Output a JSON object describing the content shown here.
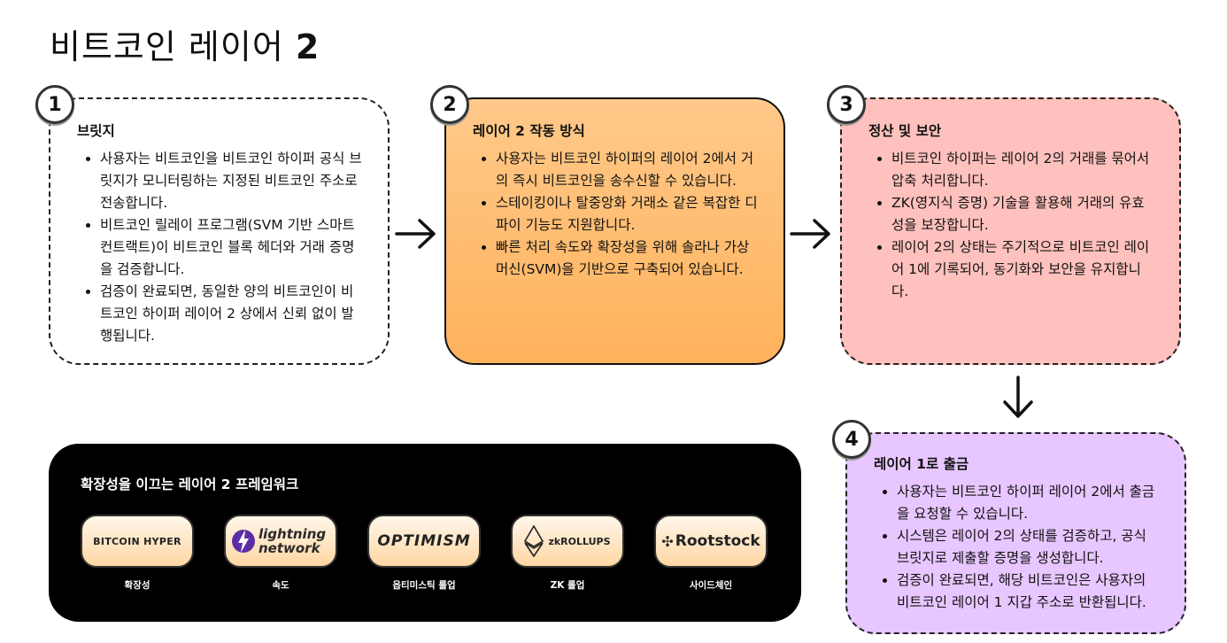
{
  "title": {
    "text": "비트코인 레이어",
    "num": "2"
  },
  "steps": [
    {
      "num": "1",
      "heading": "브릿지",
      "bullets": [
        "사용자는 비트코인을 비트코인 하이퍼 공식 브릿지가 모니터링하는 지정된 비트코인 주소로 전송합니다.",
        "비트코인 릴레이 프로그램(SVM 기반 스마트 컨트랙트)이 비트코인 블록 헤더와 거래 증명을 검증합니다.",
        "검증이 완료되면, 동일한 양의 비트코인이 비트코인 하이퍼 레이어 2 상에서 신뢰 없이 발행됩니다."
      ]
    },
    {
      "num": "2",
      "heading": "레이어 2 작동 방식",
      "bullets": [
        "사용자는 비트코인 하이퍼의 레이어 2에서 거의 즉시 비트코인을 송수신할 수 있습니다.",
        "스테이킹이나 탈중앙화 거래소 같은 복잡한 디파이 기능도 지원합니다.",
        "빠른 처리 속도와 확장성을 위해 솔라나 가상머신(SVM)을 기반으로 구축되어 있습니다."
      ]
    },
    {
      "num": "3",
      "heading": "정산 및 보안",
      "bullets": [
        "비트코인 하이퍼는 레이어 2의 거래를 묶어서 압축 처리합니다.",
        "ZK(영지식 증명) 기술을 활용해 거래의 유효성을 보장합니다.",
        "레이어 2의 상태는 주기적으로 비트코인 레이어 1에 기록되어, 동기화와 보안을 유지합니다."
      ]
    },
    {
      "num": "4",
      "heading": "레이어 1로 출금",
      "bullets": [
        "사용자는 비트코인 하이퍼 레이어 2에서 출금을 요청할 수 있습니다.",
        "시스템은 레이어 2의 상태를 검증하고, 공식 브릿지로 제출할 증명을 생성합니다.",
        "검증이 완료되면, 해당 비트코인은 사용자의 비트코인 레이어 1 지갑 주소로 반환됩니다."
      ]
    }
  ],
  "frameworks": {
    "title": "확장성을 이끄는 레이어 2 프레임워크",
    "items": [
      {
        "logo": "BITCOIN HYPER",
        "label": "확장성"
      },
      {
        "logo": "lightning network",
        "label": "속도"
      },
      {
        "logo": "OPTIMISM",
        "label": "옵티미스틱 롤업"
      },
      {
        "logo": "zkROLLUPS",
        "label": "ZK 롤업"
      },
      {
        "logo": "Rootstock",
        "label": "사이드체인"
      }
    ]
  },
  "colors": {
    "card2": "#ffb25c",
    "card3": "#ffc1bd",
    "card4": "#e8c6ff",
    "panel": "#000000"
  }
}
